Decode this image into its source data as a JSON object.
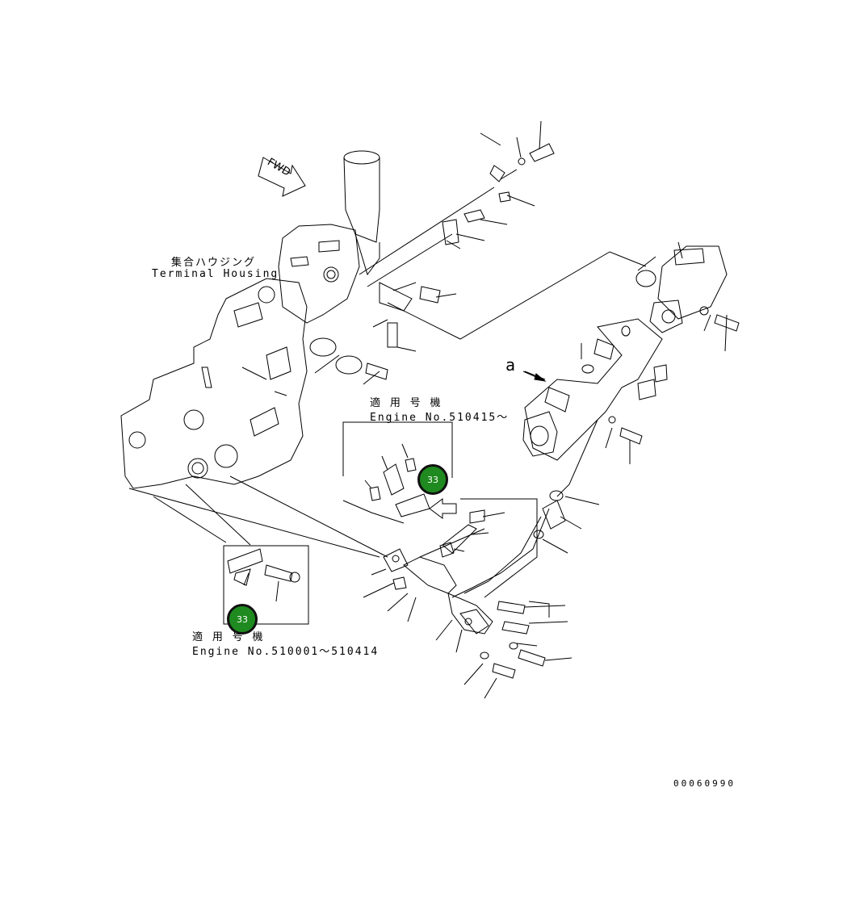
{
  "labels": {
    "terminal_housing_jp": "集合ハウジング",
    "terminal_housing_en": "Terminal Housing",
    "applicable_upper_jp": "適 用 号 機",
    "applicable_upper_en": "Engine No.510415～",
    "applicable_lower_jp": "適 用 号 機",
    "applicable_lower_en": "Engine No.510001～510414",
    "fwd": "FWD",
    "view_a": "a",
    "drawing_number": "00060990"
  },
  "callouts": [
    {
      "label": "33"
    },
    {
      "label": "33"
    }
  ],
  "colors": {
    "callout_fill": "#1f8a1f",
    "line": "#000000"
  }
}
